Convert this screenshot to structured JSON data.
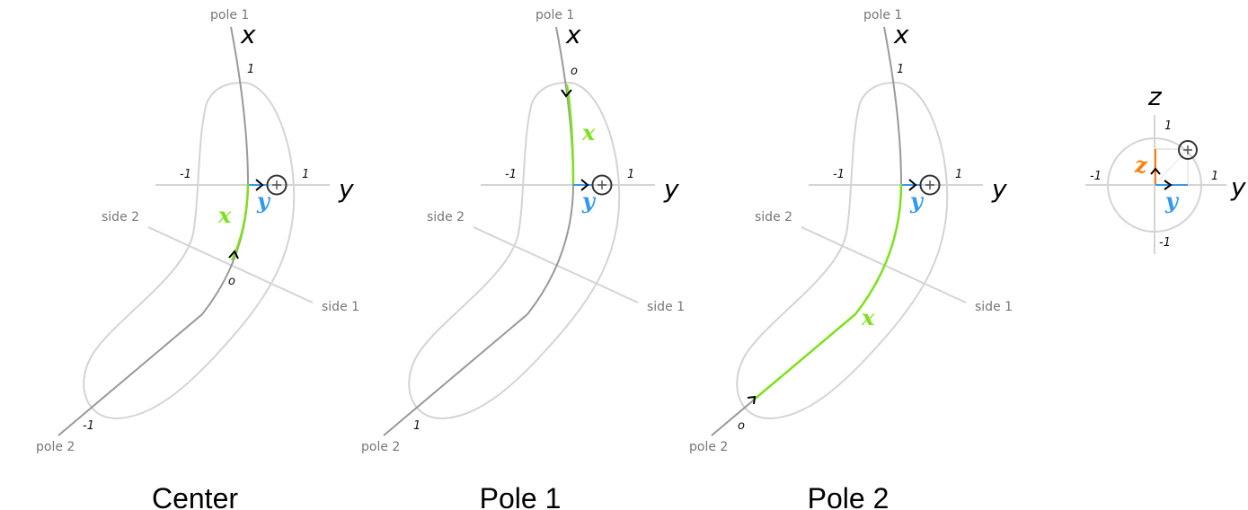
{
  "colors": {
    "green": "#7fe01e",
    "blue": "#3399ee",
    "orange": "#ff7f0e",
    "axis_gray": "#999999",
    "outline": "#d4d4d4"
  },
  "labels": {
    "pole1": "pole 1",
    "pole2": "pole 2",
    "side1": "side 1",
    "side2": "side 2",
    "x_axis": "x",
    "y_axis": "y",
    "z_axis": "z",
    "x_coord": "x",
    "y_coord": "y",
    "z_coord": "z",
    "origin": "o",
    "one": "1",
    "minus_one": "-1"
  },
  "panels": [
    {
      "caption": "Center",
      "pole1_tick": "1",
      "pole2_tick": "-1"
    },
    {
      "caption": "Pole 1",
      "pole1_tick": "o",
      "pole2_tick": "1"
    },
    {
      "caption": "Pole 2",
      "pole1_tick": "1",
      "pole2_tick": "o"
    }
  ]
}
